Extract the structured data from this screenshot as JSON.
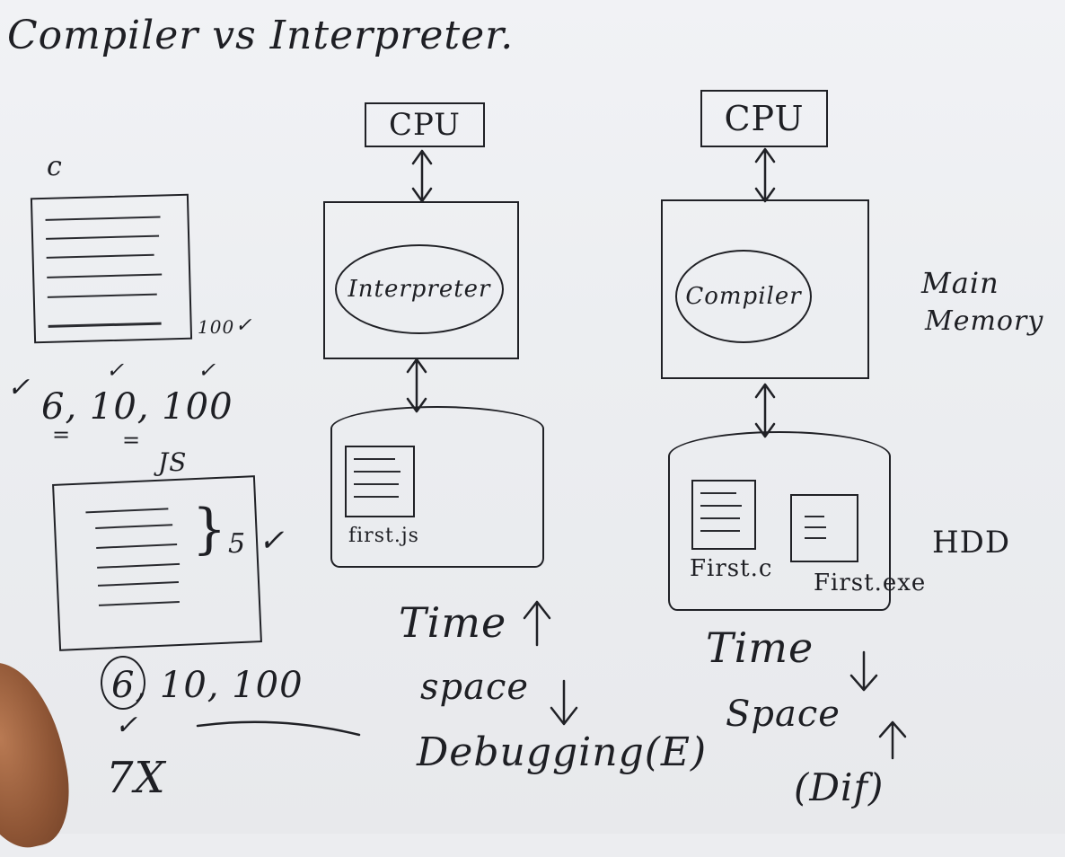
{
  "title": "Compiler vs Interpreter.",
  "left": {
    "lang_c": "c",
    "c_count": "100",
    "numbers_top": "6, 10, 100",
    "lang_js": "JS",
    "js_count": "5",
    "numbers_bottom": "6, 10, 100",
    "result": "7X"
  },
  "interpreter_side": {
    "cpu": "CPU",
    "engine": "Interpreter",
    "file": "first.js",
    "time": "Time",
    "space": "space",
    "debugging": "Debugging(E)"
  },
  "compiler_side": {
    "cpu": "CPU",
    "engine": "Compiler",
    "file_source": "First.c",
    "file_exe": "First.exe",
    "time": "Time",
    "space": "Space",
    "difficulty": "(Dif)"
  },
  "labels": {
    "main_memory_1": "Main",
    "main_memory_2": "Memory",
    "hdd": "HDD"
  },
  "icons": {
    "up_arrow": "up-arrow-icon",
    "down_arrow": "down-arrow-icon",
    "check": "check-mark-icon"
  }
}
